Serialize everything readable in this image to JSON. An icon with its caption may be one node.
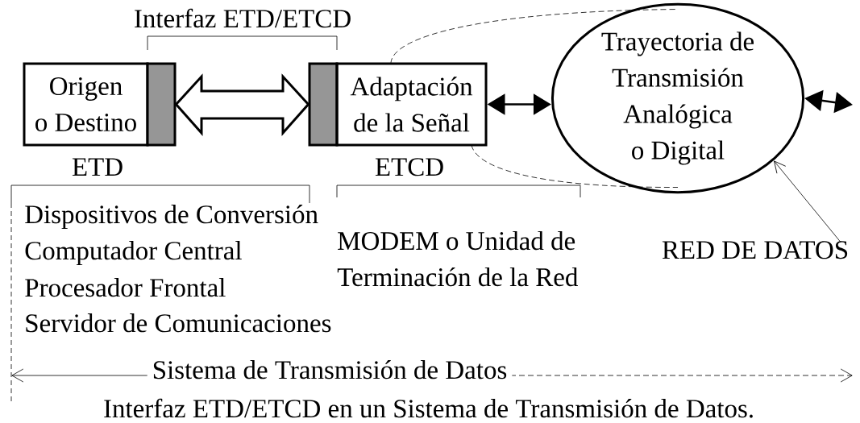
{
  "diagram": {
    "caption": "Interfaz ETD/ETCD en un Sistema de Transmisión de Datos.",
    "nodes": [
      {
        "text": [
          "Origen o Destino"
        ],
        "beside": [
          "ETD"
        ]
      },
      {
        "text": [],
        "shape": "bar"
      },
      {
        "text": [],
        "shape": "bar"
      },
      {
        "text": [
          "Adaptación de la Señal"
        ],
        "beside": [
          "ETCD"
        ]
      },
      {
        "text": [
          "Trayectoria de Transmisión Analógica o Digital"
        ]
      },
      {
        "text": [
          "RED DE DATOS"
        ]
      }
    ],
    "edges": [
      {
        "from": 1,
        "to": 2,
        "arrow": "both",
        "style": "thick"
      },
      {
        "from": 3,
        "to": 4,
        "arrow": "both"
      },
      {
        "from": 4,
        "to": null,
        "arrow": "both"
      },
      {
        "from": 5,
        "to": 4,
        "arrow": "to"
      }
    ],
    "labels": [
      "Interfaz ETD/ETCD",
      "Dispositivos de Conversión",
      "Computador Central",
      "Procesador Frontal",
      "Servidor de Comunicaciones",
      "MODEM o Unidad de Terminación de la Red",
      "Sistema de Transmisión de Datos"
    ]
  }
}
